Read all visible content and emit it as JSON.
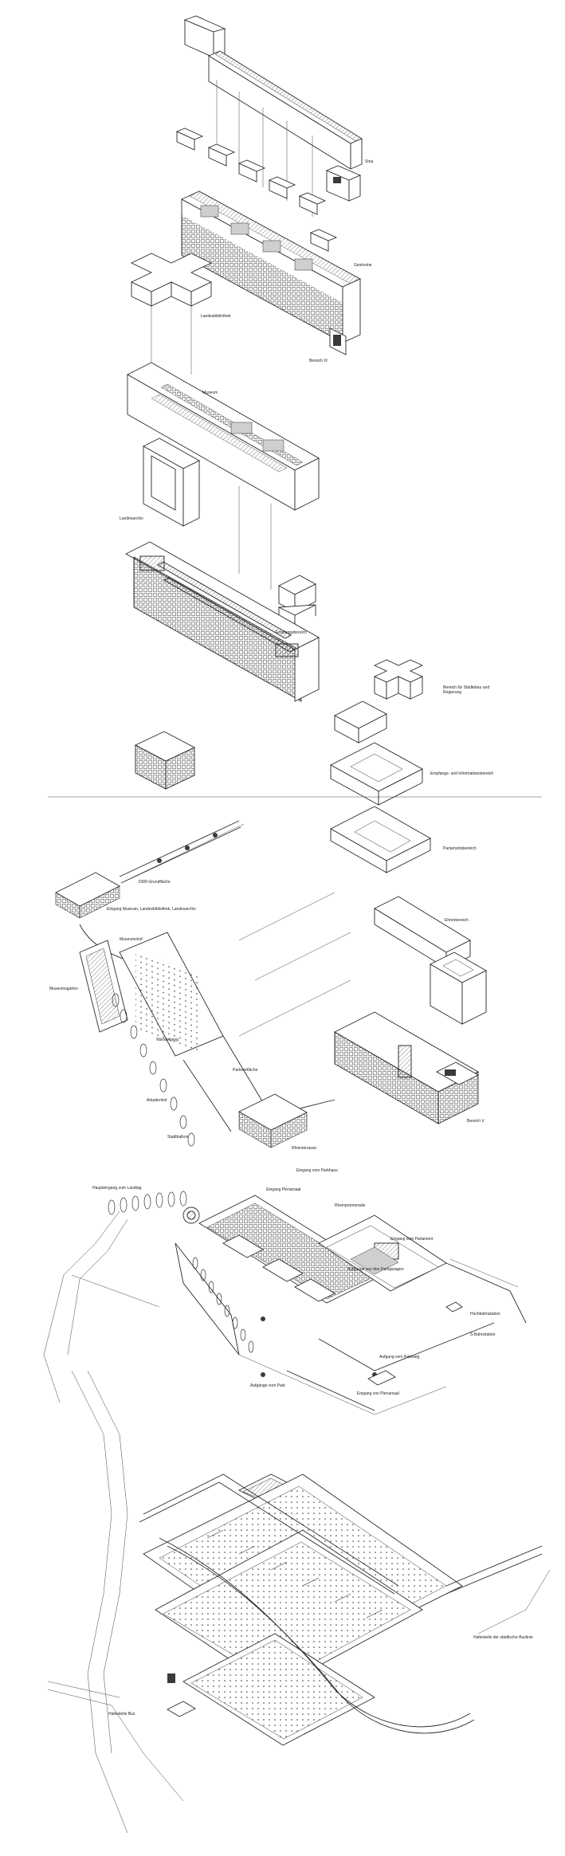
{
  "labels": {
    "l01": "Stoa",
    "l02": "Gesimshe",
    "l03": "Landesbibliothek",
    "l04": "Bereich IV",
    "l05": "Museum",
    "l06": "Landesarchiv",
    "l07": "Empfangsbereich",
    "l08": "Bereich für Städtebau und Regierung",
    "l09": "Empfangs- und Informationsbereich",
    "l10": "Parlamentsbereich",
    "l11": "Ehrenbereich",
    "l12": "Bereich V",
    "l13": "DDR-Grundfläche",
    "l14": "Eingang Museum, Landesbibliothek, Landesarchiv",
    "l15": "Museumshof",
    "l16": "Museumsgarten",
    "l17": "Wandelgang",
    "l18": "Parterrefläche",
    "l19": "Arkadenhof",
    "l20": "Rheinterrasse",
    "l21": "Stadtbalkon",
    "l22": "Eingang vom Parkhaus",
    "l23": "Haupteingang zum Landtag",
    "l24": "Eingang Plenarsaal",
    "l25": "Rheinpromenade",
    "l26": "Aufgänge von den Parkgaragen",
    "l27": "Eingang vom Parlament",
    "l28": "Aufgang vom Ratsweg",
    "l29": "Aufgänge vom Park",
    "l30": "Eingang von Plenarsaal",
    "l31": "S-Bahnstation",
    "l32": "Hochbahnstation",
    "l33": "Haltestelle der städtische Buslinie",
    "l34": "Haltestelle Bus"
  }
}
